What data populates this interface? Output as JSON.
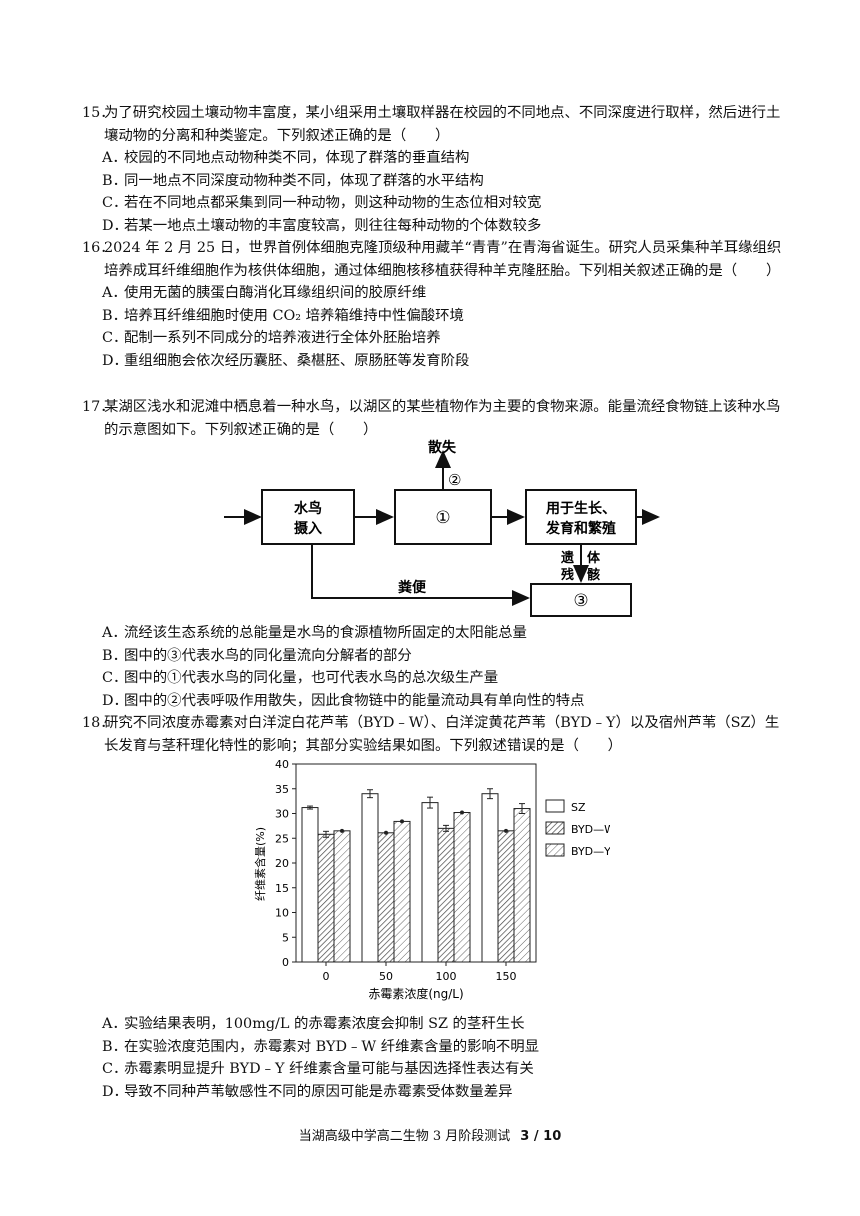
{
  "questions": [
    {
      "num": "15．",
      "stem": "为了研究校园土壤动物丰富度，某小组采用土壤取样器在校园的不同地点、不同深度进行取样，然后进行土壤动物的分离和种类鉴定。下列叙述正确的是（　　）",
      "options": [
        {
          "letter": "A．",
          "text": "校园的不同地点动物种类不同，体现了群落的垂直结构"
        },
        {
          "letter": "B．",
          "text": "同一地点不同深度动物种类不同，体现了群落的水平结构"
        },
        {
          "letter": "C．",
          "text": "若在不同地点都采集到同一种动物，则这种动物的生态位相对较宽"
        },
        {
          "letter": "D．",
          "text": "若某一地点土壤动物的丰富度较高，则往往每种动物的个体数较多"
        }
      ]
    },
    {
      "num": "16．",
      "stem": "2024 年 2 月 25 日，世界首例体细胞克隆顶级种用藏羊“青青”在青海省诞生。研究人员采集种羊耳缘组织培养成耳纤维细胞作为核供体细胞，通过体细胞核移植获得种羊克隆胚胎。下列相关叙述正确的是（　　）",
      "options": [
        {
          "letter": "A．",
          "text": "使用无菌的胰蛋白酶消化耳缘组织间的胶原纤维"
        },
        {
          "letter": "B．",
          "text": "培养耳纤维细胞时使用 CO₂ 培养箱维持中性偏酸环境"
        },
        {
          "letter": "C．",
          "text": "配制一系列不同成分的培养液进行全体外胚胎培养"
        },
        {
          "letter": "D．",
          "text": "重组细胞会依次经历囊胚、桑椹胚、原肠胚等发育阶段"
        }
      ]
    },
    {
      "num": "17．",
      "stem": "某湖区浅水和泥滩中栖息着一种水鸟，以湖区的某些植物作为主要的食物来源。能量流经食物链上该种水鸟的示意图如下。下列叙述正确的是（　　）",
      "options": [
        {
          "letter": "A．",
          "text": "流经该生态系统的总能量是水鸟的食源植物所固定的太阳能总量"
        },
        {
          "letter": "B．",
          "text": "图中的③代表水鸟的同化量流向分解者的部分"
        },
        {
          "letter": "C．",
          "text": "图中的①代表水鸟的同化量，也可代表水鸟的总次级生产量"
        },
        {
          "letter": "D．",
          "text": "图中的②代表呼吸作用散失，因此食物链中的能量流动具有单向性的特点"
        }
      ]
    },
    {
      "num": "18．",
      "stem": "研究不同浓度赤霉素对白洋淀白花芦苇（BYD﹣W）、白洋淀黄花芦苇（BYD﹣Y）以及宿州芦苇（SZ）生长发育与茎秆理化特性的影响；其部分实验结果如图。下列叙述错误的是（　　）",
      "options": [
        {
          "letter": "A．",
          "text": "实验结果表明，100mg/L 的赤霉素浓度会抑制 SZ 的茎秆生长"
        },
        {
          "letter": "B．",
          "text": "在实验浓度范围内，赤霉素对 BYD﹣W 纤维素含量的影响不明显"
        },
        {
          "letter": "C．",
          "text": "赤霉素明显提升 BYD﹣Y 纤维素含量可能与基因选择性表达有关"
        },
        {
          "letter": "D．",
          "text": "导致不同种芦苇敏感性不同的原因可能是赤霉素受体数量差异"
        }
      ]
    }
  ],
  "diagram": {
    "box_intake": [
      "水鸟",
      "摄入"
    ],
    "box_1": "①",
    "box_growth": [
      "用于生长、",
      "发育和繁殖"
    ],
    "box_3": "③",
    "label_lost": "散失",
    "label_2": "②",
    "label_feces": "粪便",
    "label_remains": [
      "遗",
      "体",
      "残",
      "骸"
    ]
  },
  "chart_data": {
    "type": "bar",
    "categories": [
      "0",
      "50",
      "100",
      "150"
    ],
    "series": [
      {
        "name": "SZ",
        "values": [
          31.2,
          34.0,
          32.2,
          34.0
        ],
        "errors": [
          0.3,
          0.8,
          1.1,
          1.0
        ],
        "pattern": "white"
      },
      {
        "name": "BYD—W",
        "values": [
          25.8,
          26.1,
          27.0,
          26.5
        ],
        "errors": [
          0.6,
          0.2,
          0.6,
          0.2
        ],
        "pattern": "hatch-fine"
      },
      {
        "name": "BYD—Y",
        "values": [
          26.5,
          28.4,
          30.2,
          31.0
        ],
        "errors": [
          0.2,
          0.2,
          0.0,
          1.0
        ],
        "pattern": "hatch-wide"
      }
    ],
    "xlabel": "赤霉素浓度(ng/L)",
    "ylabel": "纤维素含量(%)",
    "ylim": [
      0,
      40
    ],
    "yticks": [
      "0",
      "5",
      "10",
      "15",
      "20",
      "25",
      "30",
      "35",
      "40"
    ],
    "legend": "right"
  },
  "footer": {
    "text": "当湖高级中学高二生物 3 月阶段测试",
    "page": "3 / 10"
  }
}
